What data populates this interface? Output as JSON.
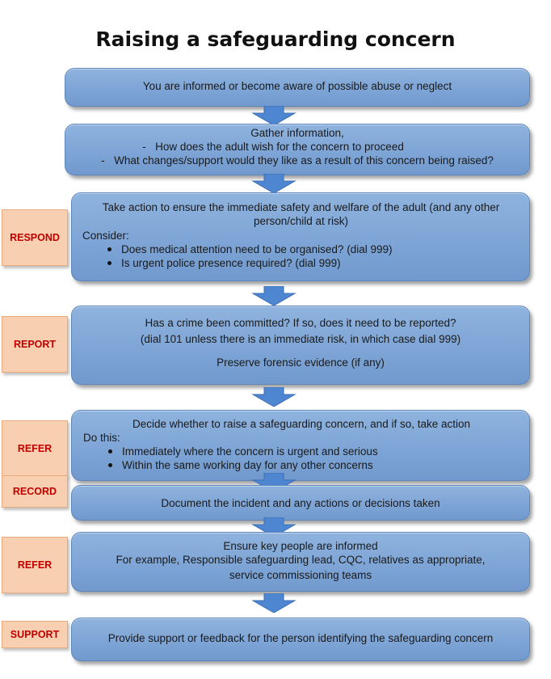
{
  "title": "Raising a safeguarding concern",
  "colors": {
    "box_fill": "#7ea5d6",
    "box_border": "#5e86bb",
    "label_fill": "#f8cfb0",
    "label_text": "#c00000",
    "arrow_fill": "#4f86d1"
  },
  "steps": {
    "aware": {
      "text": "You are informed or become aware of possible abuse or neglect"
    },
    "gather": {
      "heading": "Gather information,",
      "points": [
        "How does the adult wish for the concern to proceed",
        "What changes/support would they like as a result of this concern being raised?"
      ]
    },
    "respond": {
      "label": "RESPOND",
      "text": "Take action to ensure the immediate safety and welfare of the adult (and any other person/child at risk)",
      "consider": "Consider:",
      "bullets": [
        "Does medical attention need to be organised? (dial 999)",
        "Is urgent police presence required? (dial 999)"
      ]
    },
    "report": {
      "label": "REPORT",
      "line1": "Has a crime been committed? If so, does it need to be reported?",
      "line2": "(dial 101 unless there is an immediate risk, in which case dial 999)",
      "line3": "Preserve forensic evidence (if any)"
    },
    "refer": {
      "label": "REFER",
      "text": "Decide whether to raise a safeguarding concern, and if so, take action",
      "do_this": "Do this:",
      "bullets": [
        "Immediately where the concern is urgent and serious",
        "Within the same working day for any other concerns"
      ]
    },
    "record": {
      "label": "RECORD",
      "text": "Document the incident and any actions or decisions taken"
    },
    "inform": {
      "label": "REFER",
      "line1": "Ensure key people are informed",
      "line2": "For example, Responsible safeguarding lead, CQC, relatives as appropriate,",
      "line3": "service commissioning teams"
    },
    "support": {
      "label": "SUPPORT",
      "text": "Provide support or feedback for the person identifying the safeguarding concern"
    }
  }
}
